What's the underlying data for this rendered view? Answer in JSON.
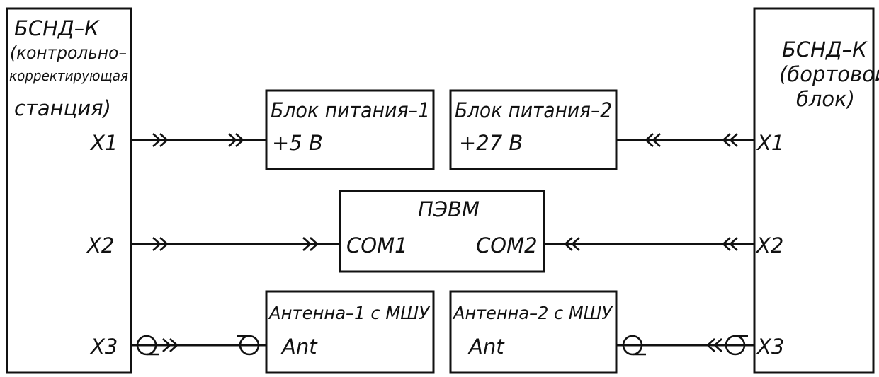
{
  "left_station": {
    "title": "БСНД–К",
    "line1": "(контрольно–",
    "line2": "корректирующая",
    "line3": "станция)",
    "ports": [
      "X1",
      "X2",
      "X3"
    ]
  },
  "right_station": {
    "title": "БСНД–К",
    "line1": "(бортовой",
    "line2": "блок)",
    "ports": [
      "X1",
      "X2",
      "X3"
    ]
  },
  "power1": {
    "title": "Блок питания–1",
    "value": "+5 В"
  },
  "power2": {
    "title": "Блок питания–2",
    "value": "+27 В"
  },
  "pc": {
    "title": "ПЭВМ",
    "port_left": "COM1",
    "port_right": "COM2"
  },
  "antenna1": {
    "title": "Антенна–1 с МШУ",
    "port": "Ant"
  },
  "antenna2": {
    "title": "Антенна–2 с МШУ",
    "port": "Ant"
  }
}
